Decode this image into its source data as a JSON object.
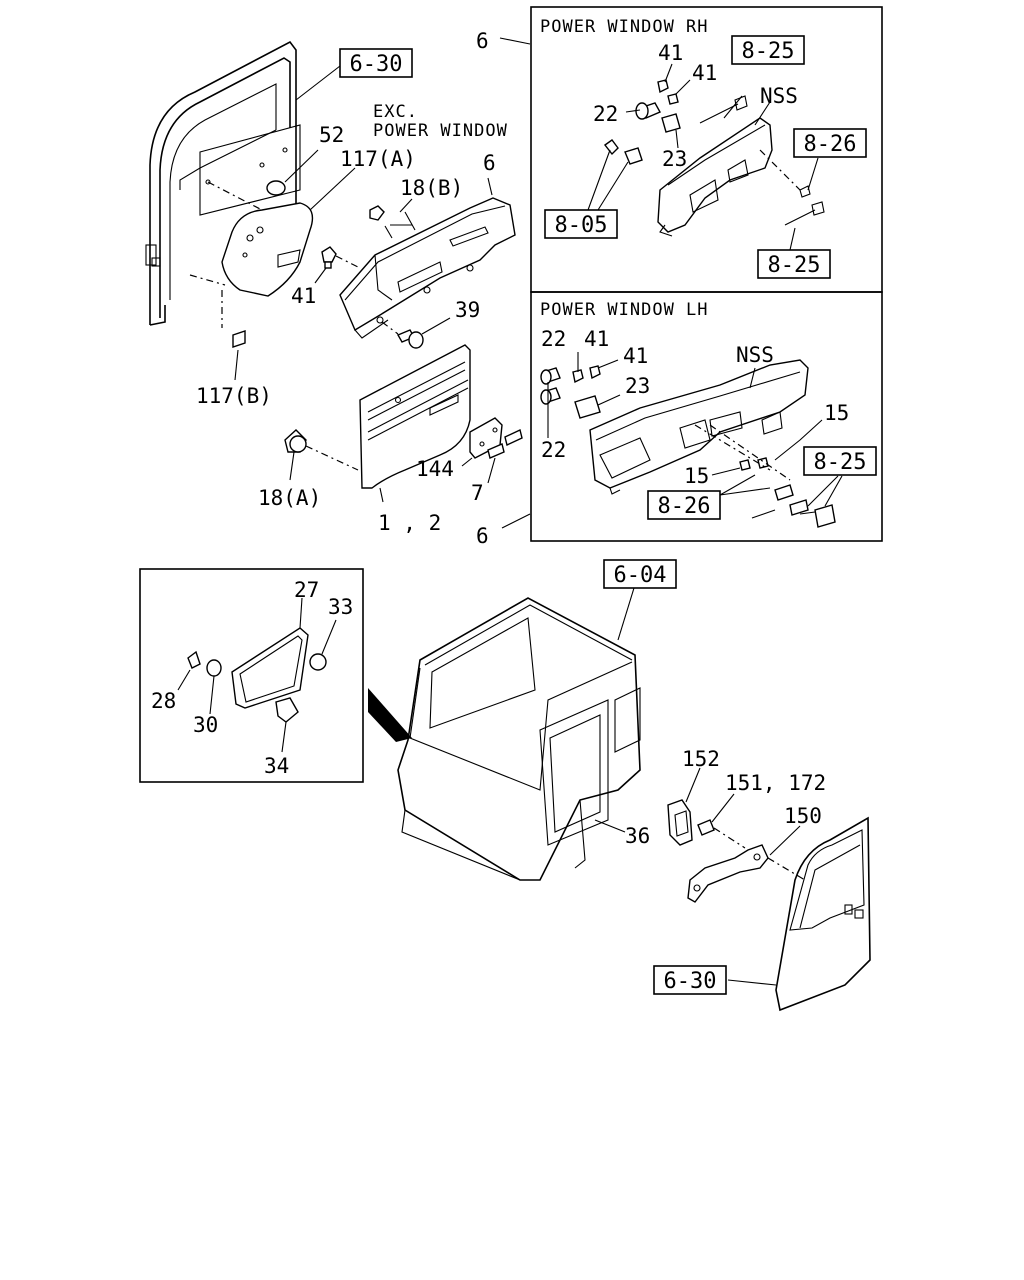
{
  "insets": {
    "rh_title": "POWER WINDOW RH",
    "lh_title": "POWER WINDOW LH"
  },
  "notes": {
    "exc_line1": "EXC.",
    "exc_line2": "POWER WINDOW"
  },
  "refs": {
    "door_top": "6-30",
    "cab": "6-04",
    "door_bottom": "6-30",
    "rh_harness_top": "8-25",
    "rh_switch": "8-26",
    "rh_motor": "8-05",
    "rh_harness_bottom": "8-25",
    "lh_switch": "8-26",
    "lh_harness": "8-25"
  },
  "labels": {
    "p52": "52",
    "p117a": "117(A)",
    "p6_main": "6",
    "p18b": "18(B)",
    "p41_main": "41",
    "p39": "39",
    "p117b": "117(B)",
    "p18a": "18(A)",
    "p144": "144",
    "p7": "7",
    "p12": "1 , 2",
    "p6_top": "6",
    "p6_bottom": "6",
    "rh_41a": "41",
    "rh_41b": "41",
    "rh_nss": "NSS",
    "rh_22": "22",
    "rh_23": "23",
    "lh_22a": "22",
    "lh_41a": "41",
    "lh_41b": "41",
    "lh_nss": "NSS",
    "lh_23": "23",
    "lh_22b": "22",
    "lh_15a": "15",
    "lh_15b": "15",
    "v27": "27",
    "v33": "33",
    "v28": "28",
    "v30": "30",
    "v34": "34",
    "p36": "36",
    "p152": "152",
    "p151": "151, 172",
    "p150": "150"
  }
}
